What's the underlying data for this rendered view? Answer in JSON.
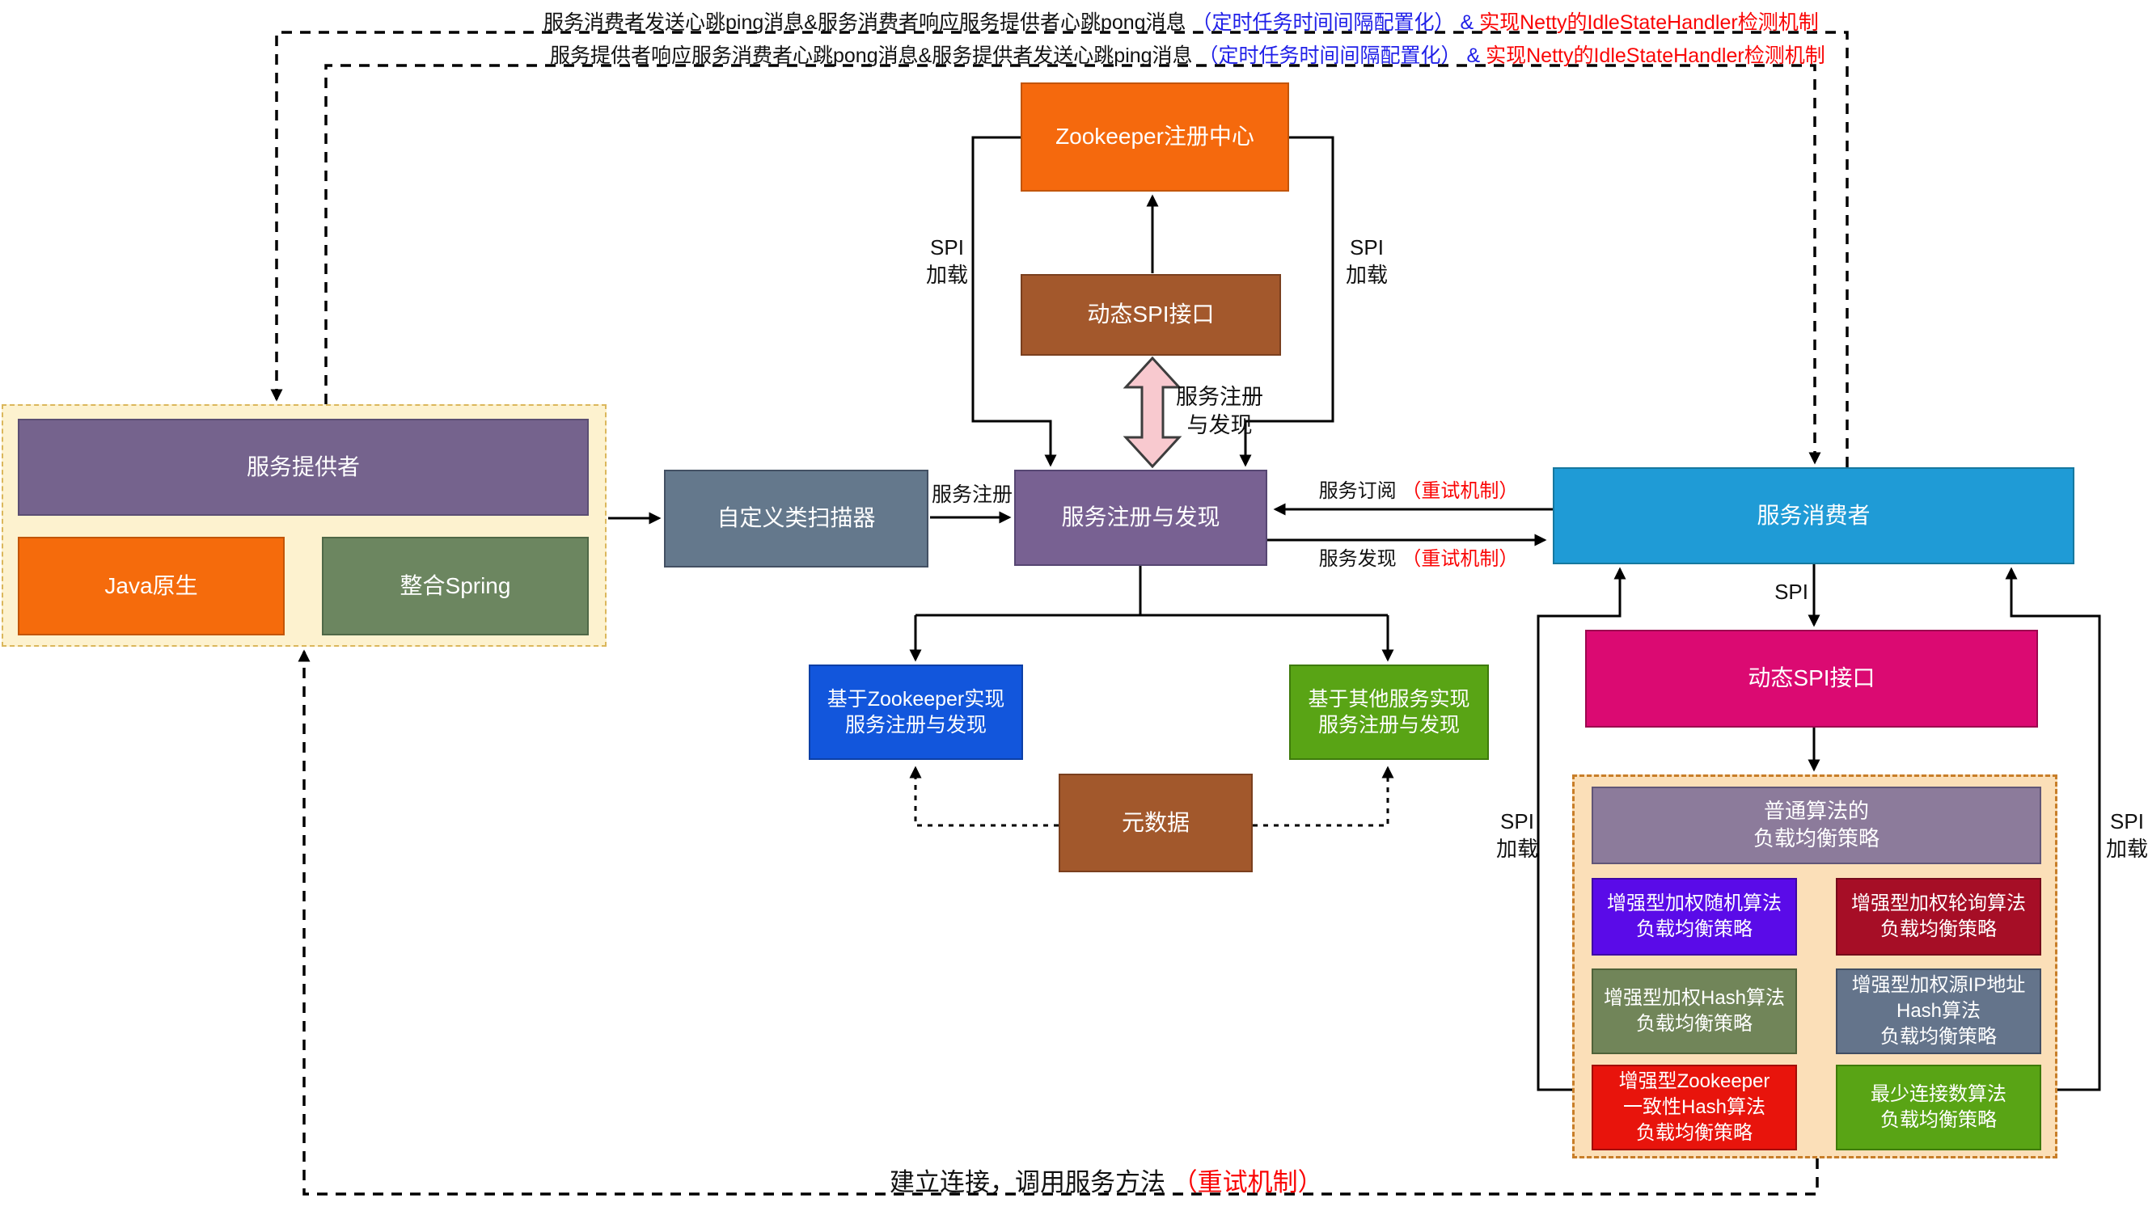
{
  "top_notes": {
    "line1": {
      "main": "服务消费者发送心跳ping消息&服务消费者响应服务提供者心跳pong消息",
      "config": "（定时任务时间间隔配置化）",
      "amp": "&",
      "netty": "实现Netty的IdleStateHandler检测机制"
    },
    "line2": {
      "main": "服务提供者响应服务消费者心跳pong消息&服务提供者发送心跳ping消息",
      "config": "（定时任务时间间隔配置化）",
      "amp": "&",
      "netty": "实现Netty的IdleStateHandler检测机制"
    },
    "config_color": "#1F1FE8",
    "netty_color": "#FA0505"
  },
  "provider_group": {
    "fill": "#FDF2CF",
    "border": "#DBB75C",
    "provider": {
      "label": "服务提供者",
      "fill": "#75638D",
      "border": "#5B4E73"
    },
    "java_native": {
      "label": "Java原生",
      "fill": "#F56B0C",
      "border": "#C25508"
    },
    "spring": {
      "label": "整合Spring",
      "fill": "#6C8660",
      "border": "#4F6847"
    }
  },
  "nodes": {
    "scanner": {
      "label": "自定义类扫描器",
      "fill": "#64788C",
      "border": "#435063"
    },
    "registry": {
      "label": "服务注册与发现",
      "fill": "#786192",
      "border": "#564672"
    },
    "zookeeper": {
      "label": "Zookeeper注册中心",
      "fill": "#F5690D",
      "border": "#C25508"
    },
    "dynamic_spi_top": {
      "label": "动态SPI接口",
      "fill": "#A3582C",
      "border": "#7A3F1E"
    },
    "zk_impl": {
      "line1": "基于Zookeeper实现",
      "line2": "服务注册与发现",
      "fill": "#1256DC",
      "border": "#0C3FA6"
    },
    "other_impl": {
      "line1": "基于其他服务实现",
      "line2": "服务注册与发现",
      "fill": "#59A415",
      "border": "#3E7B0A"
    },
    "metadata": {
      "label": "元数据",
      "fill": "#A2582C",
      "border": "#7A3F1E"
    },
    "consumer": {
      "label": "服务消费者",
      "fill": "#1F9BD6",
      "border": "#16789F"
    },
    "dynamic_spi_right": {
      "label": "动态SPI接口",
      "fill": "#DB0A72",
      "border": "#9C074F"
    }
  },
  "edge_labels": {
    "spi_load": {
      "line1": "SPI",
      "line2": "加载"
    },
    "register": "服务注册",
    "pink_arrow": {
      "line1": "服务注册",
      "line2": "与发现",
      "fill": "#F8C9CF",
      "stroke": "#3D3D3D"
    },
    "subscribe": {
      "text": "服务订阅 ",
      "retry": "（重试机制）"
    },
    "discover": {
      "text": "服务发现 ",
      "retry": "（重试机制）"
    },
    "spi": "SPI",
    "bottom": {
      "text": "建立连接，调用服务方法 ",
      "retry": "（重试机制）"
    },
    "retry_color": "#FA0505"
  },
  "lb": {
    "group": {
      "fill": "#FBDFB8",
      "border": "#C87E29"
    },
    "header": {
      "line1": "普通算法的",
      "line2": "负载均衡策略",
      "fill": "#8C7B9B",
      "border": "#615677"
    },
    "boxes": [
      {
        "line1": "增强型加权随机算法",
        "line2": "负载均衡策略",
        "line3": "",
        "fill": "#5A0BE8",
        "border": "#3E07A5"
      },
      {
        "line1": "增强型加权轮询算法",
        "line2": "负载均衡策略",
        "line3": "",
        "fill": "#A60E26",
        "border": "#750A1B"
      },
      {
        "line1": "增强型加权Hash算法",
        "line2": "负载均衡策略",
        "line3": "",
        "fill": "#718559",
        "border": "#4F6239"
      },
      {
        "line1": "增强型加权源IP地址",
        "line2": "Hash算法",
        "line3": "负载均衡策略",
        "fill": "#64748B",
        "border": "#414E63"
      },
      {
        "line1": "增强型Zookeeper",
        "line2": "一致性Hash算法",
        "line3": "负载均衡策略",
        "fill": "#E8140C",
        "border": "#A30D08"
      },
      {
        "line1": "最少连接数算法",
        "line2": "负载均衡策略",
        "line3": "",
        "fill": "#59A415",
        "border": "#3E7B0A"
      }
    ]
  }
}
